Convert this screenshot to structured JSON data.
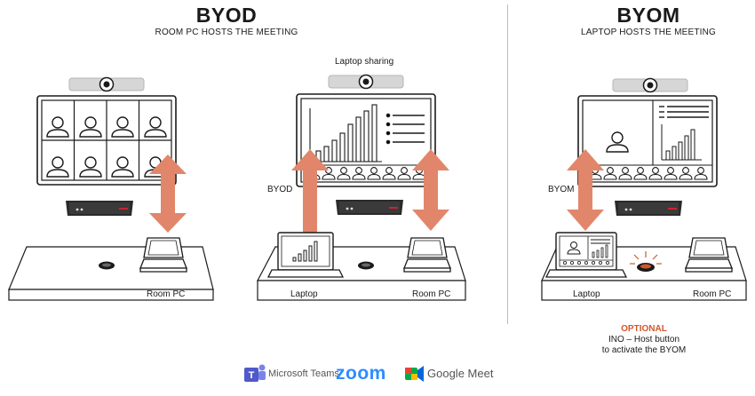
{
  "byod": {
    "title": "BYOD",
    "subtitle": "ROOM PC HOSTS THE MEETING",
    "scene1_label_room_pc": "Room PC",
    "scene2_caption": "Laptop sharing",
    "scene2_side_label": "BYOD",
    "scene2_label_laptop": "Laptop",
    "scene2_label_room_pc": "Room PC"
  },
  "byom": {
    "title": "BYOM",
    "subtitle": "LAPTOP HOSTS THE MEETING",
    "side_label": "BYOM",
    "label_laptop": "Laptop",
    "label_room_pc": "Room PC",
    "optional_label": "OPTIONAL",
    "optional_line1": "INO – Host button",
    "optional_line2": "to activate the BYOM"
  },
  "logos": {
    "teams": "Microsoft Teams",
    "zoom": "zoom",
    "meet": "Google Meet"
  },
  "colors": {
    "arrow": "#e2866b",
    "accent": "#d4562a",
    "teams": "#5059c9",
    "zoom": "#2d8cff"
  }
}
